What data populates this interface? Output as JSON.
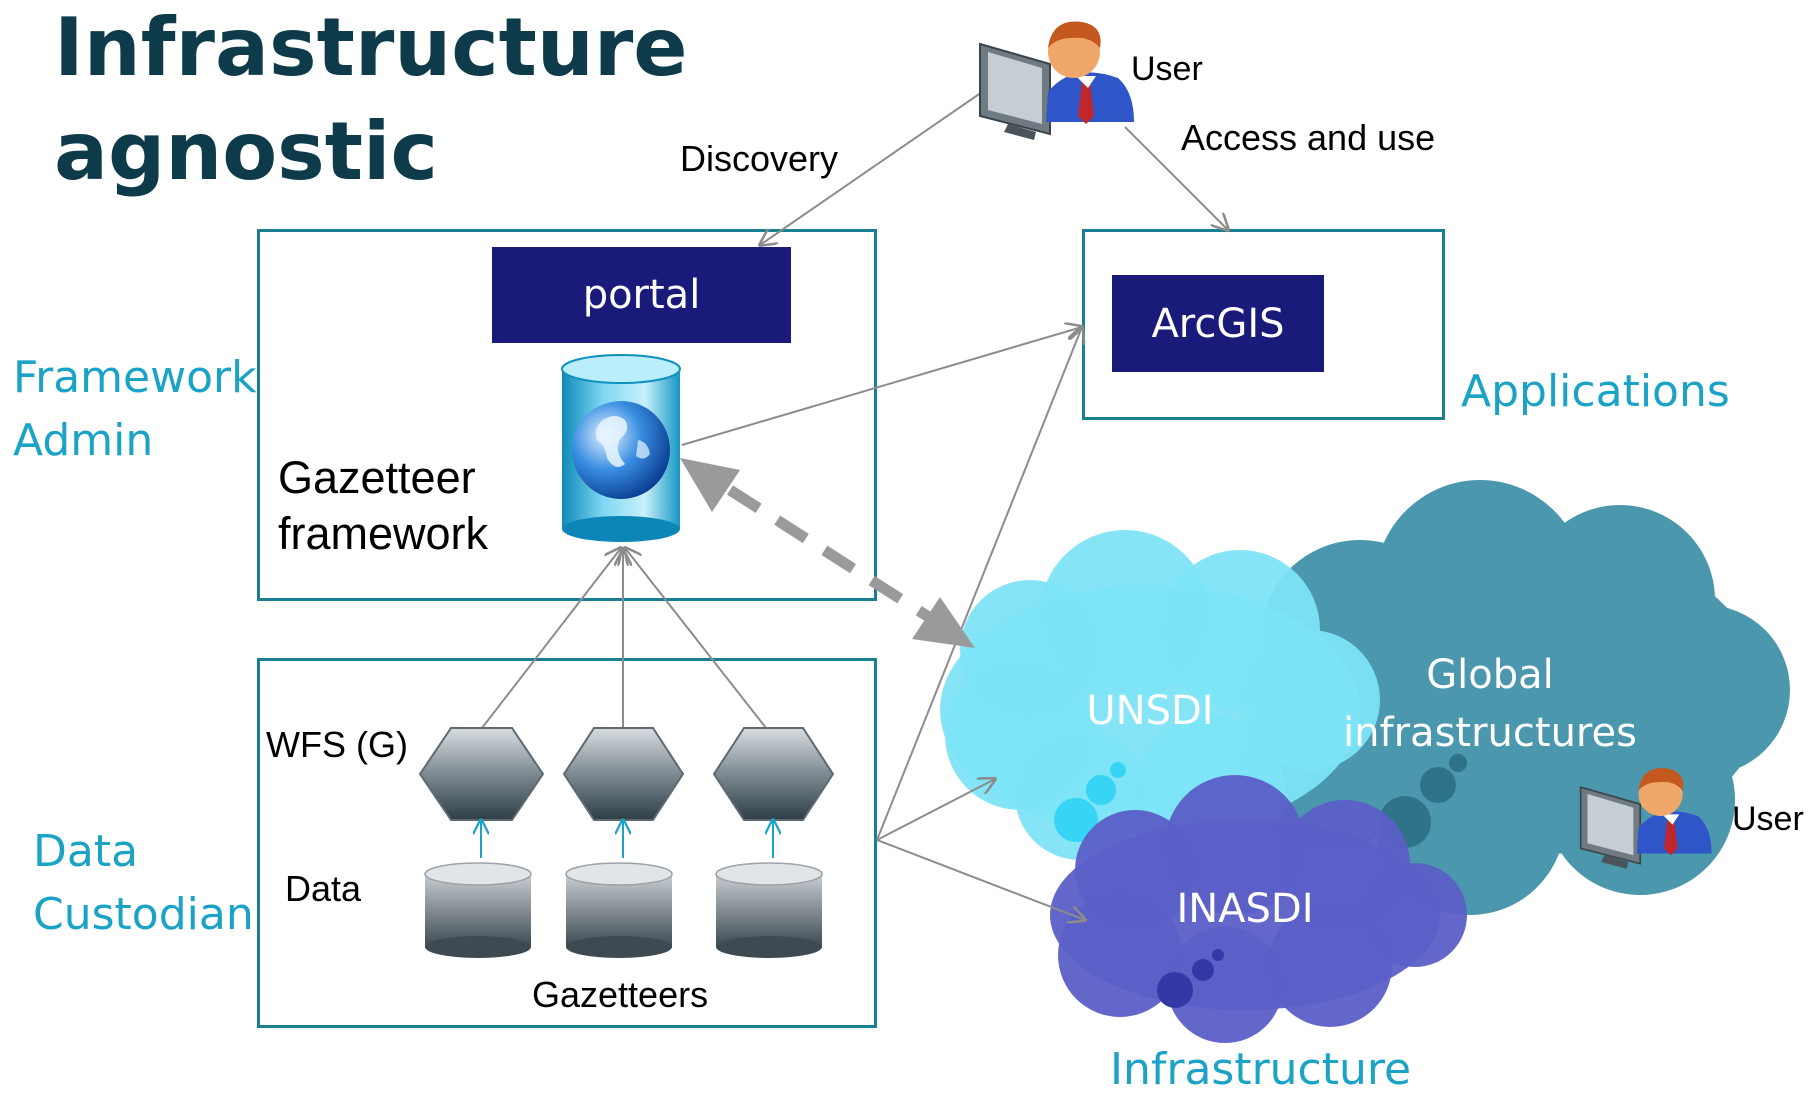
{
  "title": "Infrastructure agnostic",
  "roles": {
    "framework_admin": "Framework Admin",
    "data_custodian": "Data Custodian",
    "applications": "Applications",
    "infrastructure": "Infrastructure"
  },
  "framework": {
    "portal": "portal",
    "label": "Gazetteer framework"
  },
  "apps": {
    "arcgis": "ArcGIS"
  },
  "custodian": {
    "wfs_label": "WFS (G)",
    "data_label": "Data",
    "gazetteers_label": "Gazetteers"
  },
  "users": {
    "top": "User",
    "right": "User"
  },
  "arrows": {
    "discovery": "Discovery",
    "access": "Access and use"
  },
  "clouds": {
    "unsdi": "UNSDI",
    "global": "Global infrastructures",
    "inasdi": "INASDI"
  },
  "colors": {
    "title": "#0d3b4a",
    "role_text": "#1aa3c6",
    "box_border": "#1a7f93",
    "navy": "#1a1a7a",
    "cloud_unsdi": "#7de3f7",
    "cloud_global": "#4b97ad",
    "cloud_inasdi": "#5b5fc7"
  }
}
